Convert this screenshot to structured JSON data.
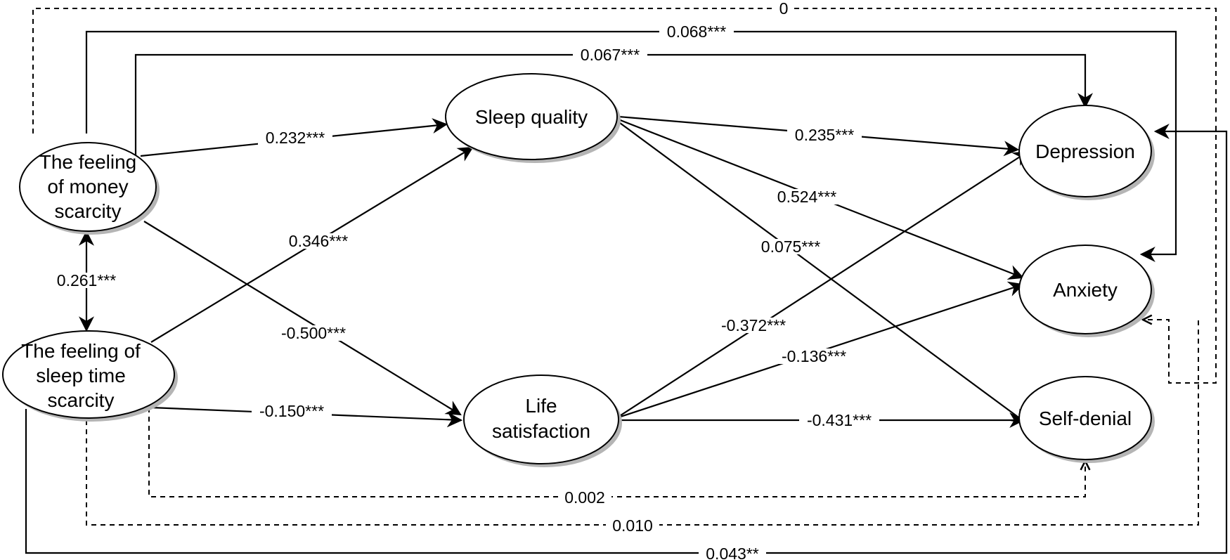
{
  "diagram": {
    "nodes": {
      "money": {
        "lines": [
          "The feeling",
          "of money",
          "scarcity"
        ]
      },
      "sleepT": {
        "lines": [
          "The feeling of",
          "sleep time",
          "scarcity"
        ]
      },
      "quality": {
        "lines": [
          "Sleep quality"
        ]
      },
      "life": {
        "lines": [
          "Life",
          "satisfaction"
        ]
      },
      "dep": {
        "lines": [
          "Depression"
        ]
      },
      "anx": {
        "lines": [
          "Anxiety"
        ]
      },
      "self": {
        "lines": [
          "Self-denial"
        ]
      }
    },
    "edges": {
      "money_dep_top": "0",
      "money_anx": "0.068***",
      "money_dep": "0.067***",
      "money_quality": "0.232***",
      "money_sleepT": "0.261***",
      "sleepT_quality": "0.346***",
      "money_life": "-0.500***",
      "sleepT_life": "-0.150***",
      "quality_dep": "0.235***",
      "quality_anx": "0.524***",
      "quality_self": "0.075***",
      "life_dep": "-0.372***",
      "life_anx": "-0.136***",
      "life_self": "-0.431***",
      "sleepT_self": "0.002",
      "sleepT_anx": "0.010",
      "sleepT_dep": "0.043**"
    }
  }
}
